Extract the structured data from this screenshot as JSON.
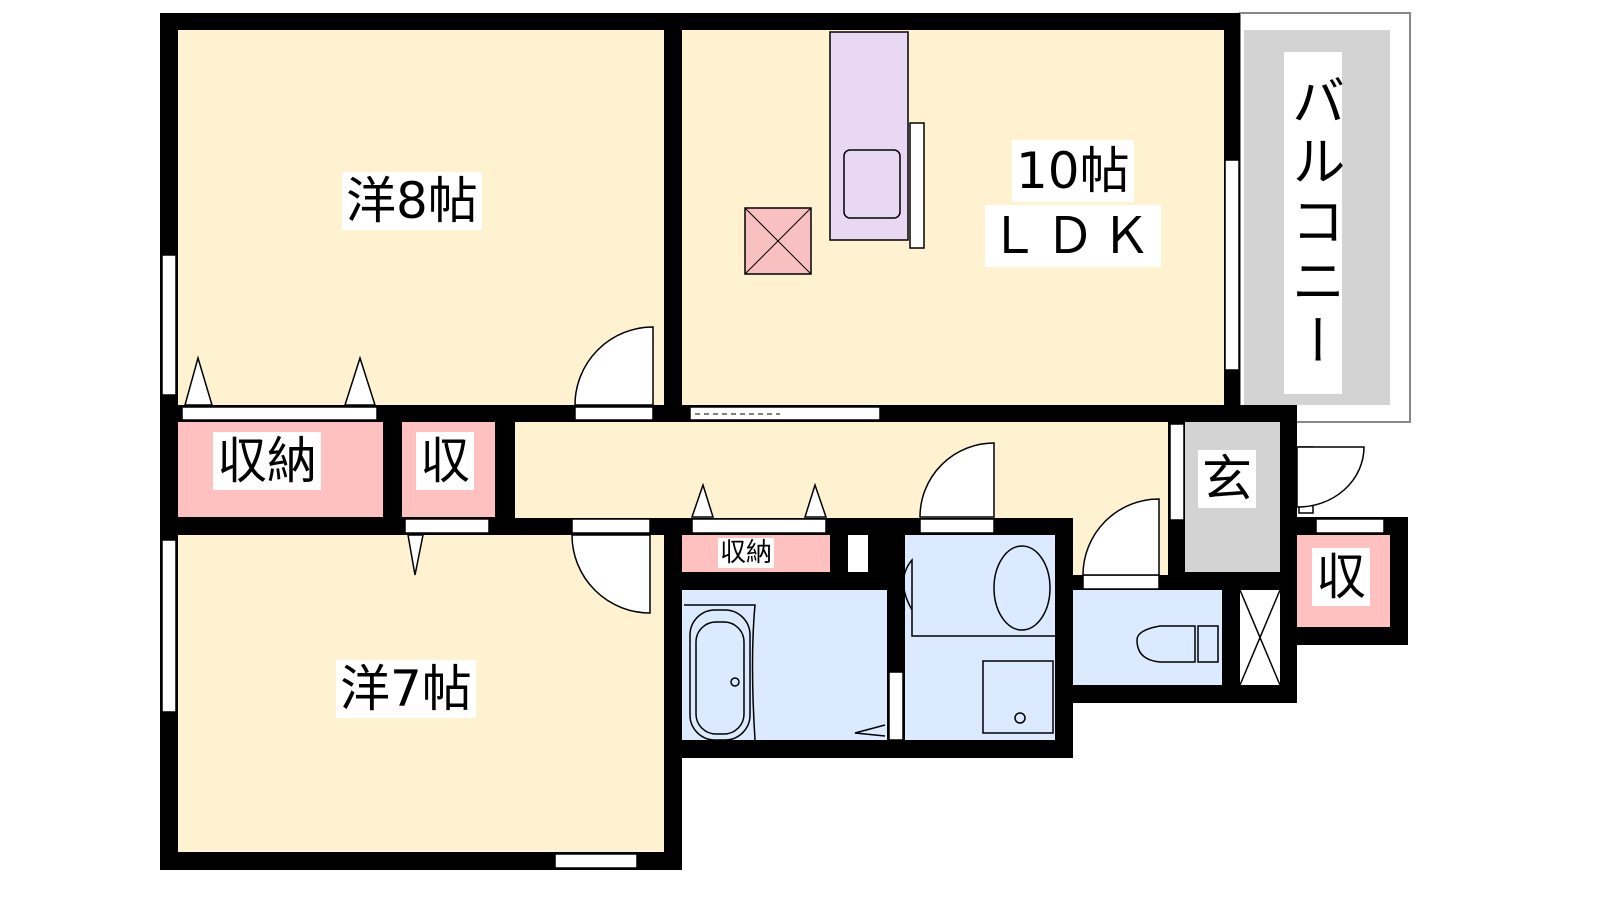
{
  "rooms": {
    "western_8": "洋8帖",
    "ldk_size": "10帖",
    "ldk": "ＬＤＫ",
    "balcony": "バルコニー",
    "storage_1": "収納",
    "storage_2": "収",
    "entrance": "玄",
    "storage_small": "収納",
    "storage_right": "収",
    "western_7": "洋7帖"
  },
  "colors": {
    "room": "#fff2d0",
    "wet": "#dbeafe",
    "storage": "#ffc0c0",
    "gray": "#d3d3d3"
  }
}
